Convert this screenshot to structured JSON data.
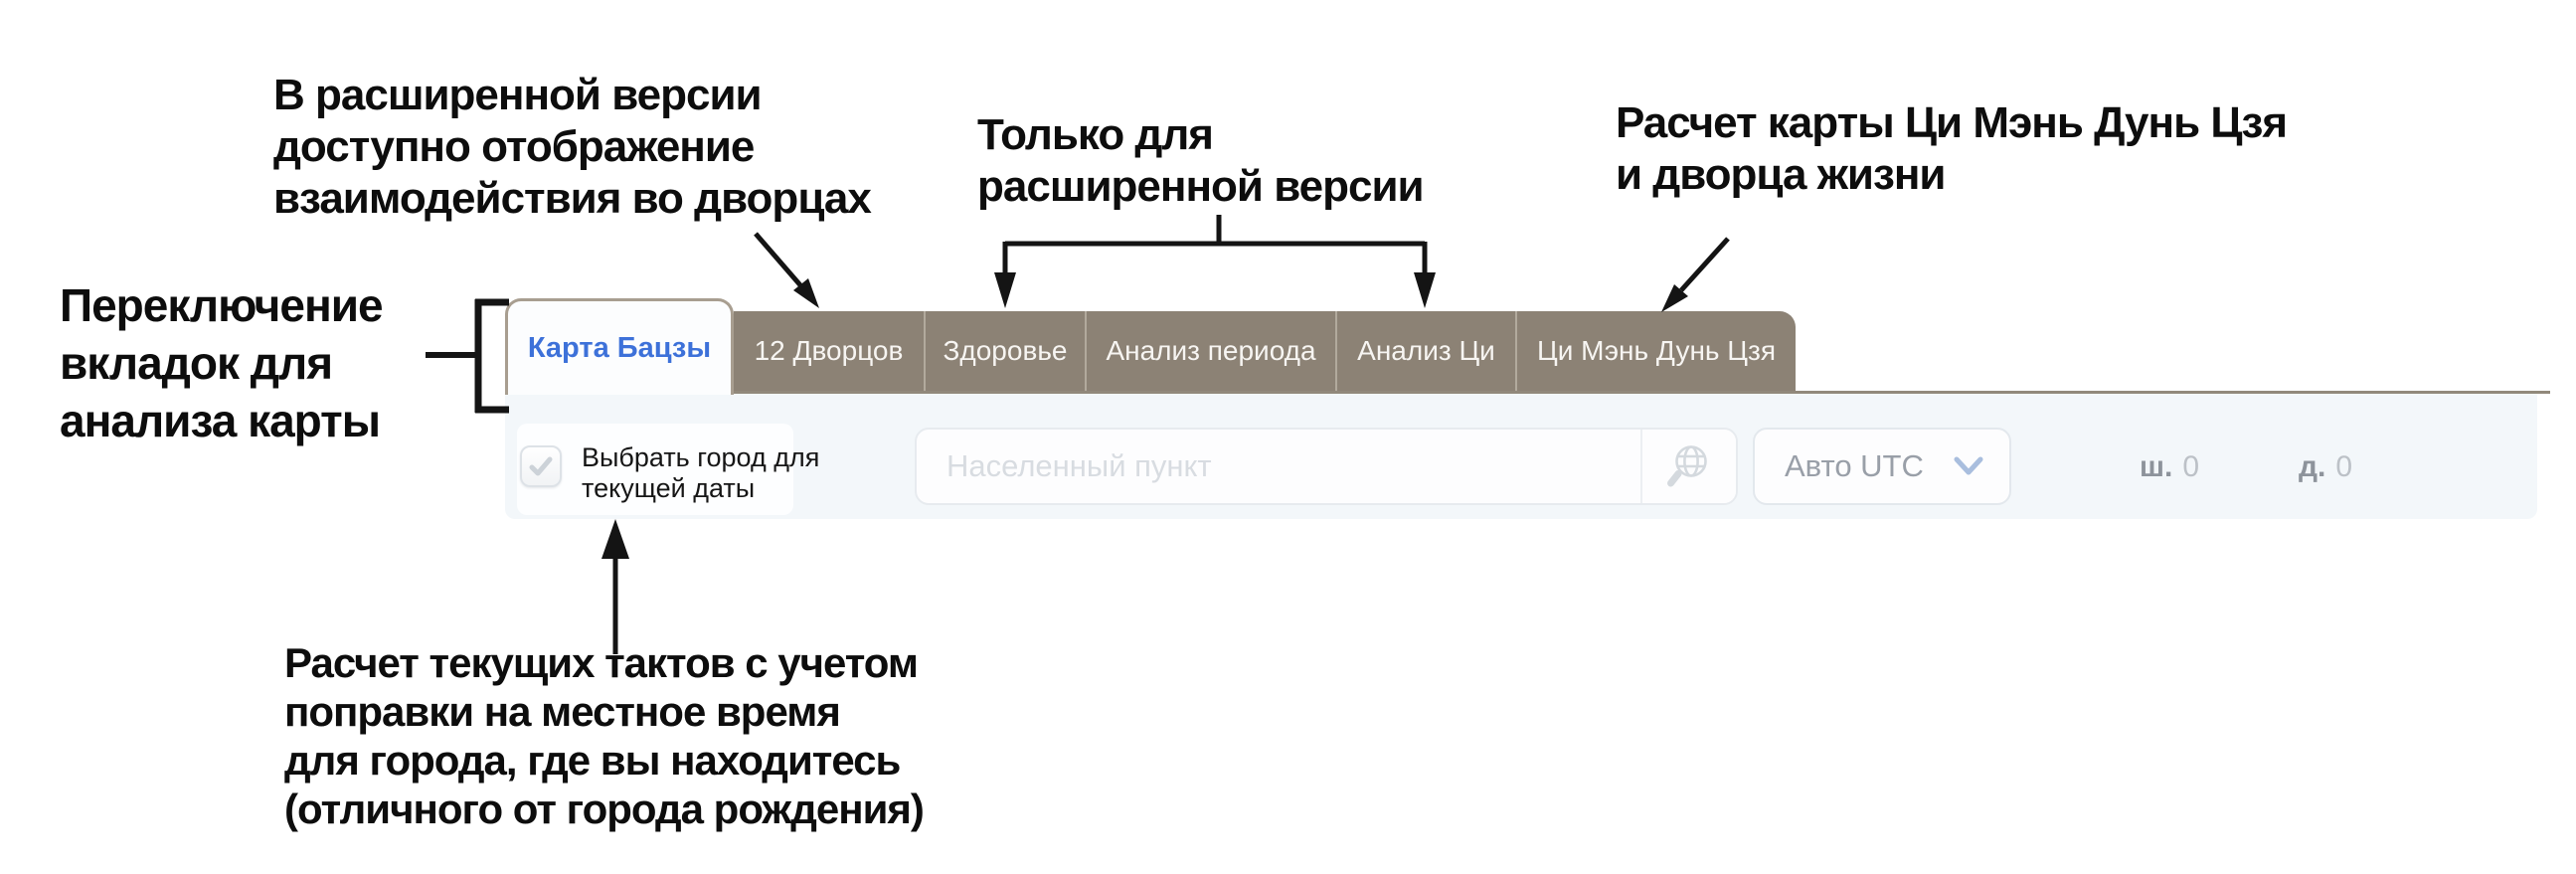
{
  "annotations": {
    "extended_palaces": {
      "lines": [
        "В расширенной версии",
        "доступно отображение",
        "взаимодействия во дворцах"
      ]
    },
    "extended_only": {
      "lines": [
        "Только для",
        "расширенной версии"
      ]
    },
    "qimen_calc": {
      "lines": [
        "Расчет карты Ци Мэнь Дунь Цзя",
        "и дворца жизни"
      ]
    },
    "tab_switching": {
      "lines": [
        "Переключение",
        "вкладок для",
        "анализа карты"
      ]
    },
    "current_tacts": {
      "lines": [
        "Расчет текущих тактов с учетом",
        "поправки на местное время",
        "для города, где вы находитесь",
        "(отличного от города рождения)"
      ]
    }
  },
  "tabs": {
    "active": {
      "label": "Карта Бацзы"
    },
    "inactive": [
      {
        "label": "12 Дворцов"
      },
      {
        "label": "Здоровье"
      },
      {
        "label": "Анализ периода"
      },
      {
        "label": "Анализ Ци"
      },
      {
        "label": "Ци Мэнь Дунь Цзя"
      }
    ]
  },
  "toolbar": {
    "checkbox": {
      "checked": true,
      "label_line1": "Выбрать город для",
      "label_line2": "текущей даты",
      "icon": "check-icon"
    },
    "city_input": {
      "value": "",
      "placeholder": "Населенный пункт"
    },
    "globe_button": {
      "icon": "globe-search-icon"
    },
    "utc_select": {
      "value": "Авто UTC",
      "icon": "chevron-down-icon"
    },
    "latitude": {
      "label": "ш.",
      "value": "0"
    },
    "longitude": {
      "label": "д.",
      "value": "0"
    }
  },
  "colors": {
    "active_tab_text": "#3d71d9",
    "inactive_tab_bg": "#8c8275",
    "inactive_tab_text": "#f7f5f2",
    "tab_border": "#a89e90",
    "toolbar_bg": "#f3f7fa",
    "annotation_text": "#0d0d0d",
    "placeholder_text": "#d8dce1"
  }
}
